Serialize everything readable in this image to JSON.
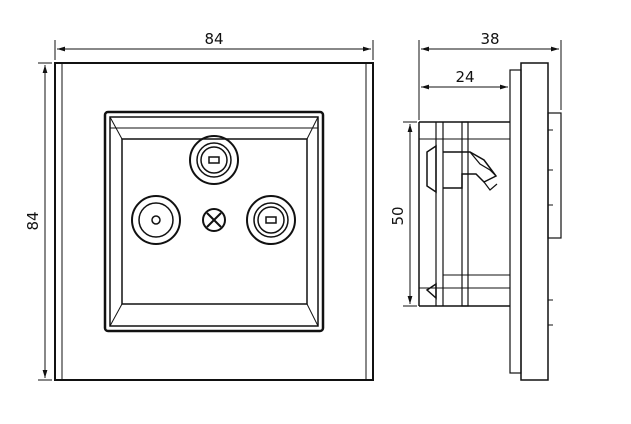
{
  "dimensions": {
    "front_width": "84",
    "front_height": "84",
    "side_depth_total": "38",
    "side_depth_inner": "24",
    "side_mount_height": "50"
  },
  "colors": {
    "line": "#111111",
    "background": "#ffffff"
  },
  "icons": {
    "tv_port": "coaxial-socket-icon",
    "radio_port": "coaxial-socket-icon",
    "sat_port": "f-connector-icon",
    "screw": "cross-screw-icon"
  }
}
